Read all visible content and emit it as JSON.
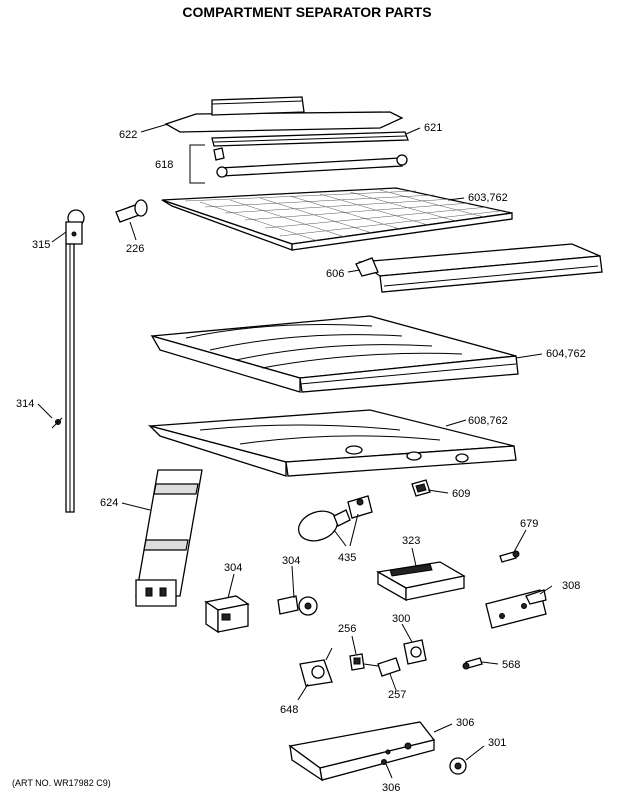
{
  "header": {
    "title": "COMPARTMENT SEPARATOR PARTS"
  },
  "footer": {
    "art_no": "(ART NO. WR17982 C9)"
  },
  "labels": {
    "l622": "622",
    "l621": "621",
    "l618": "618",
    "l603": "603,762",
    "l315": "315",
    "l226": "226",
    "l606": "606",
    "l604": "604,762",
    "l314": "314",
    "l608": "608,762",
    "l624": "624",
    "l609": "609",
    "l435": "435",
    "l679": "679",
    "l323": "323",
    "l304a": "304",
    "l304b": "304",
    "l308": "308",
    "l256": "256",
    "l300": "300",
    "l568": "568",
    "l648": "648",
    "l257": "257",
    "l306a": "306",
    "l301": "301",
    "l306b": "306"
  }
}
